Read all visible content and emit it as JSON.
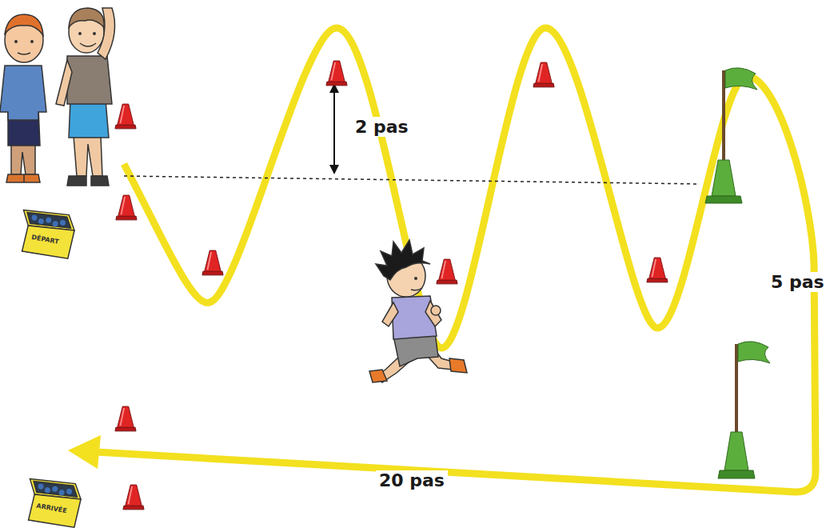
{
  "diagram": {
    "nodes": [
      {
        "text": [
          "DÉPART"
        ]
      },
      {
        "text": [
          "ARRIVÉE"
        ]
      }
    ],
    "labels": [
      "2 pas",
      "5 pas",
      "20 pas"
    ]
  }
}
